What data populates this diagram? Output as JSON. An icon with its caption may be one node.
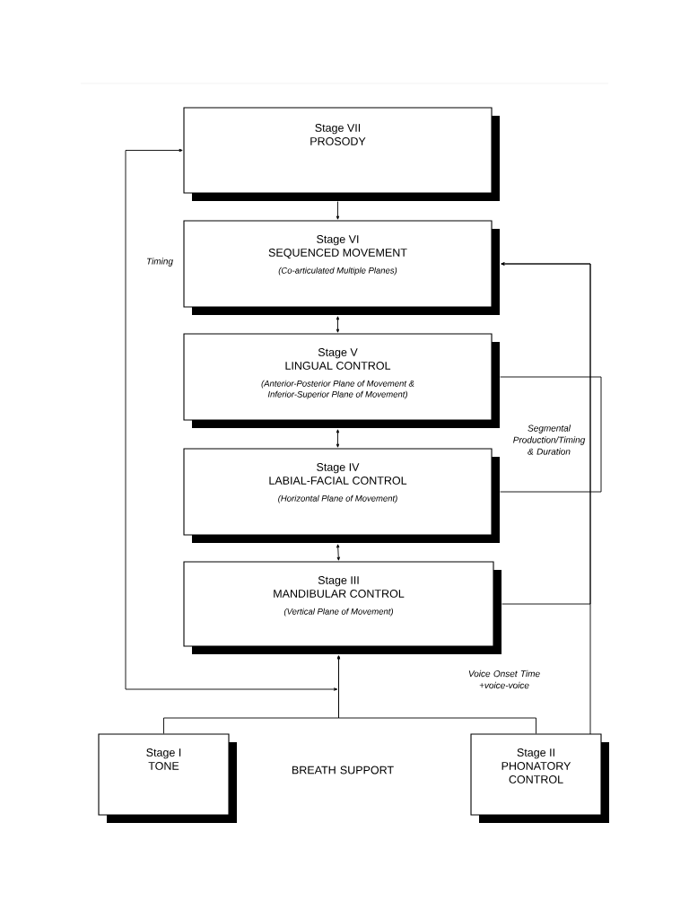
{
  "diagram": {
    "nodes": [
      {
        "text": [
          "Stage VII",
          "PROSODY"
        ]
      },
      {
        "text": [
          "Stage VI",
          "SEQUENCED MOVEMENT",
          "(Co-articulated Multiple Planes)"
        ]
      },
      {
        "text": [
          "Stage V",
          "LINGUAL CONTROL",
          "(Anterior-Posterior Plane of Movement & Inferior-Superior Plane of Movement)"
        ]
      },
      {
        "text": [
          "Stage IV",
          "LABIAL-FACIAL CONTROL",
          "(Horizontal Plane of Movement)"
        ]
      },
      {
        "text": [
          "Stage III",
          "MANDIBULAR CONTROL",
          "(Vertical Plane of Movement)"
        ]
      },
      {
        "text": [
          "Stage I",
          "TONE"
        ]
      },
      {
        "text": [
          "Stage II",
          "PHONATORY CONTROL"
        ]
      }
    ],
    "edges": [
      {
        "from": 0,
        "to": 1,
        "arrow": "to"
      },
      {
        "from": 1,
        "to": 2,
        "arrow": "both"
      },
      {
        "from": 2,
        "to": 3,
        "arrow": "both"
      },
      {
        "from": 3,
        "to": 4,
        "arrow": "both"
      },
      {
        "from": 5,
        "to": 4,
        "arrow": "to"
      },
      {
        "from": 6,
        "to": 4,
        "arrow": "to"
      },
      {
        "from": null,
        "to": 0,
        "arrow": "both",
        "label": "Timing"
      },
      {
        "from": 6,
        "to": 1,
        "arrow": "to"
      },
      {
        "from": 4,
        "to": 1,
        "arrow": "to"
      },
      {
        "from": 2,
        "to": 3,
        "arrow": "none"
      }
    ],
    "labels": [
      "Segmental Production/Timing & Duration",
      "Voice Onset Time +voice-voice",
      "BREATH SUPPORT"
    ]
  }
}
